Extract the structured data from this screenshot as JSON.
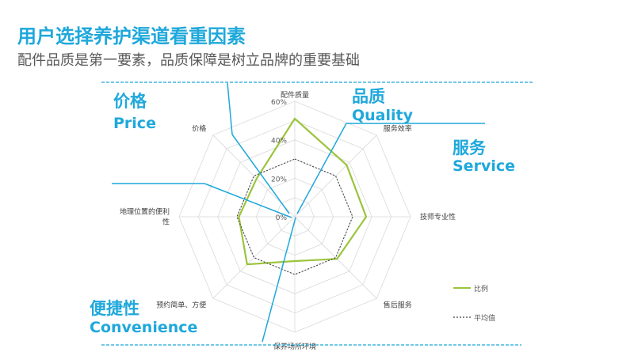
{
  "header": {
    "title": "用户选择养护渠道看重因素",
    "subtitle": "配件品质是第一要素，品质保障是树立品牌的重要基础"
  },
  "categories": {
    "price": {
      "cn": "价格",
      "en": "Price"
    },
    "quality": {
      "cn": "品质",
      "en": "Quality"
    },
    "service": {
      "cn": "服务",
      "en": "Service"
    },
    "convenience": {
      "cn": "便捷性",
      "en": "Convenience"
    }
  },
  "colors": {
    "accent": "#1FA8DB",
    "series_main": "#9BC43C",
    "series_avg": "#404040",
    "grid": "#D9D9D9"
  },
  "chart_data": {
    "type": "radar",
    "axes": [
      "配件品质",
      "服务效率",
      "技师专业性",
      "售后服务",
      "保养场所环境",
      "预约简单、方便",
      "地理位置的便利性",
      "价格"
    ],
    "axis_label_lines": [
      [
        "配件质量"
      ],
      [
        "服务效率"
      ],
      [
        "技师专业性"
      ],
      [
        "售后服务"
      ],
      [
        "保养场所环境"
      ],
      [
        "预约简单、方便"
      ],
      [
        "地理位置的便利",
        "性"
      ],
      [
        "价格"
      ]
    ],
    "tick_labels": [
      "0%",
      "20%",
      "40%",
      "60%"
    ],
    "rmax": 60,
    "grid_step": 6,
    "series": [
      {
        "name": "比例",
        "values": [
          51,
          38,
          37,
          31,
          23,
          35,
          29,
          28
        ],
        "style": "solid"
      },
      {
        "name": "平均值",
        "values": [
          30,
          30,
          30,
          30,
          30,
          30,
          30,
          30
        ],
        "style": "dashed"
      }
    ]
  }
}
